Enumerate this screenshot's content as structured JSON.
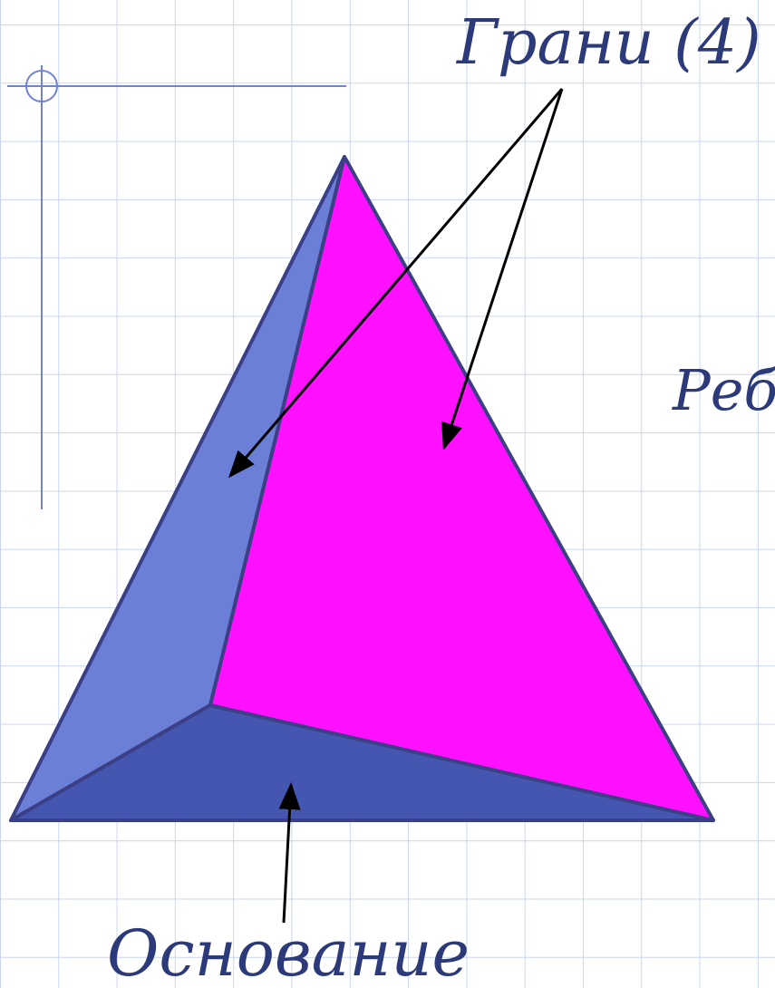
{
  "labels": {
    "faces": "Грани (4)",
    "edges": "Реб",
    "base": "Основание"
  },
  "colors": {
    "left_face": "#6b7fd6",
    "front_face": "#ff10ff",
    "base_face": "#4456b0",
    "edge_stroke": "#3a3f86",
    "arrow": "#000000",
    "margin_line": "#6f82d8",
    "grid": "#c9d6ee",
    "text": "#2c3a7a"
  }
}
